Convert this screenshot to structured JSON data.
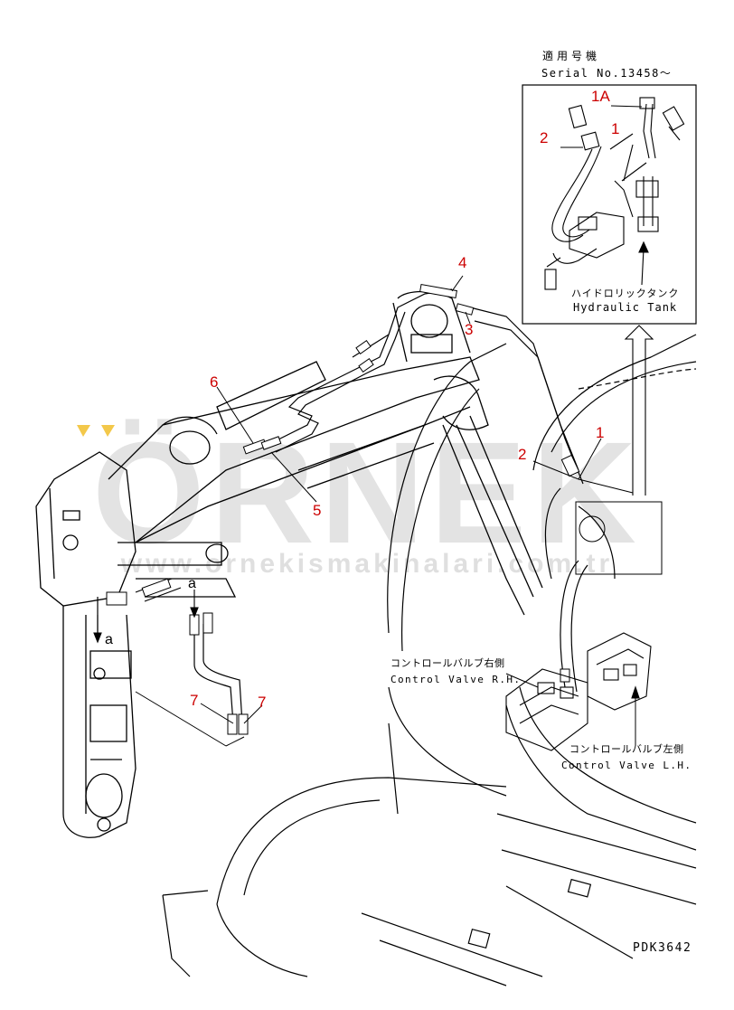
{
  "header": {
    "serial_jp": "適用号機",
    "serial_en": "Serial No.13458～"
  },
  "watermark": {
    "brand": "ÖRNEK",
    "url": "www.ornekismakinalari.com.tr"
  },
  "callouts": {
    "inset_1a": "1A",
    "inset_1": "1",
    "inset_2": "2",
    "main_4": "4",
    "main_3": "3",
    "main_6": "6",
    "main_5": "5",
    "main_1": "1",
    "main_2": "2",
    "main_7a": "7",
    "main_7b": "7",
    "view_a_1": "a",
    "view_a_2": "a"
  },
  "labels": {
    "hydraulic_tank_jp": "ハイドロリックタンク",
    "hydraulic_tank_en": "Hydraulic Tank",
    "cv_rh_jp": "コントロールバルブ右側",
    "cv_rh_en": "Control Valve R.H.",
    "cv_lh_jp": "コントロールバルブ左側",
    "cv_lh_en": "Control Valve L.H."
  },
  "drawing_code": "PDK3642",
  "colors": {
    "line": "#000000",
    "callout": "#cc0000",
    "watermark": "#d9d9d9",
    "watermark_accent": "#f3c84a"
  }
}
